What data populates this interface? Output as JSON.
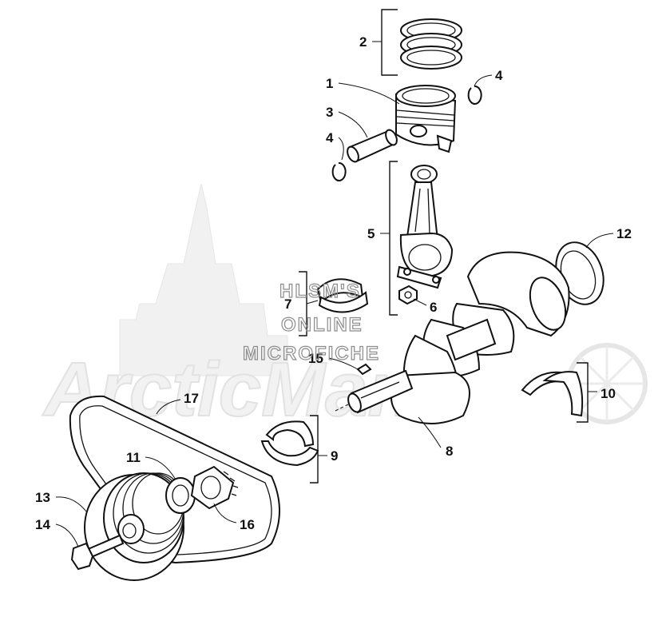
{
  "diagram": {
    "callouts": [
      {
        "id": "c1",
        "label": "1"
      },
      {
        "id": "c2",
        "label": "2"
      },
      {
        "id": "c3",
        "label": "3"
      },
      {
        "id": "c4a",
        "label": "4"
      },
      {
        "id": "c4b",
        "label": "4"
      },
      {
        "id": "c5",
        "label": "5"
      },
      {
        "id": "c6",
        "label": "6"
      },
      {
        "id": "c7",
        "label": "7"
      },
      {
        "id": "c8",
        "label": "8"
      },
      {
        "id": "c9",
        "label": "9"
      },
      {
        "id": "c10",
        "label": "10"
      },
      {
        "id": "c11",
        "label": "11"
      },
      {
        "id": "c12",
        "label": "12"
      },
      {
        "id": "c13",
        "label": "13"
      },
      {
        "id": "c14",
        "label": "14"
      },
      {
        "id": "c15",
        "label": "15"
      },
      {
        "id": "c16",
        "label": "16"
      },
      {
        "id": "c17",
        "label": "17"
      }
    ],
    "watermark": {
      "line1": "HLSM'S",
      "line2": "ONLINE",
      "line3": "MICROFICHE",
      "brand": "ArcticMan"
    },
    "colors": {
      "ink": "#111111",
      "watermark": "#8c8c8c",
      "background": "#ffffff"
    }
  }
}
